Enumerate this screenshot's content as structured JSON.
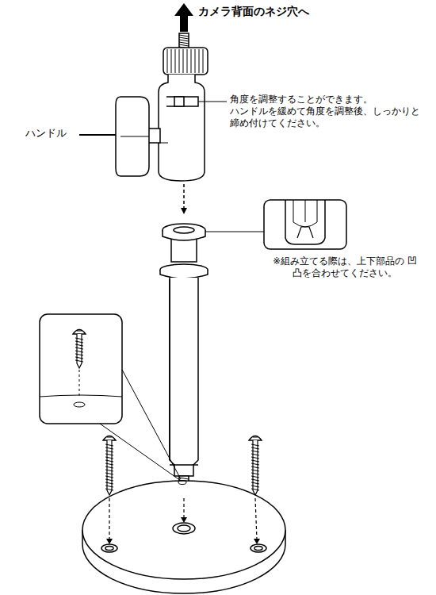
{
  "diagram": {
    "labels": [
      "カメラ背面のネジ穴へ",
      "角度を調整することができます。",
      "ハンドルを緩めて角度を調整後、しっかりと 締め付けてください。",
      "ハンドル",
      "※組み立てる際は、上下部品の 凹凸を合わせてください。"
    ]
  }
}
